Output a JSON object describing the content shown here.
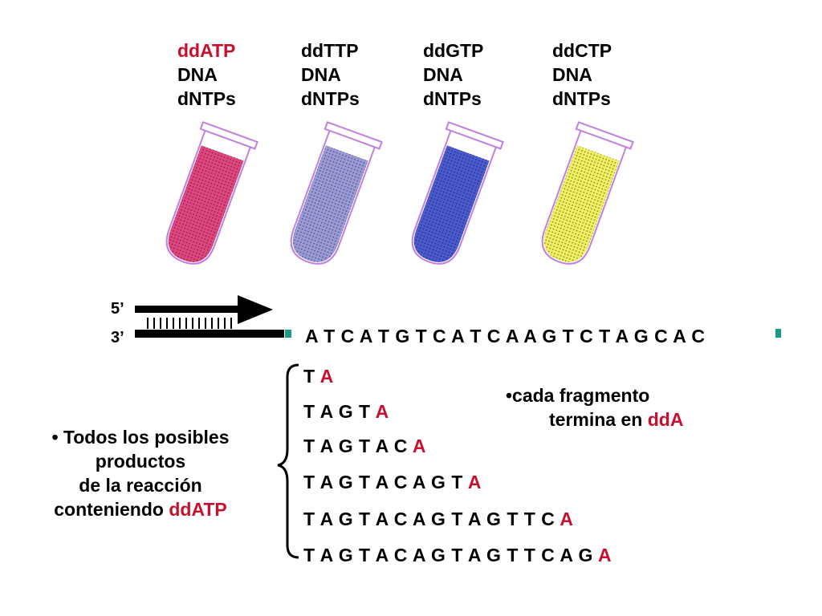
{
  "tubes": [
    {
      "reagent": "ddATP",
      "dna": "DNA",
      "dntps": "dNTPs",
      "fill": "#e0457f",
      "reagent_color": "#c8102e"
    },
    {
      "reagent": "ddTTP",
      "dna": "DNA",
      "dntps": "dNTPs",
      "fill": "#9a9ad8",
      "reagent_color": "#000000"
    },
    {
      "reagent": "ddGTP",
      "dna": "DNA",
      "dntps": "dNTPs",
      "fill": "#4a5ad0",
      "reagent_color": "#000000"
    },
    {
      "reagent": "ddCTP",
      "dna": "DNA",
      "dntps": "dNTPs",
      "fill": "#f0f060",
      "reagent_color": "#000000"
    }
  ],
  "strand": {
    "label_5": "5’",
    "label_3": "3’"
  },
  "template_sequence": "A T C A T G T C A T C A A G T C T A G C A C",
  "products": [
    {
      "prefix": "T ",
      "terminal": "A"
    },
    {
      "prefix": "T A G T ",
      "terminal": "A"
    },
    {
      "prefix": "T A G T A C ",
      "terminal": "A"
    },
    {
      "prefix": "T A G T A C A G T ",
      "terminal": "A"
    },
    {
      "prefix": "T A G T A C A G T A G T T C ",
      "terminal": "A"
    },
    {
      "prefix": "T A G T A C A G T A G T T C A G ",
      "terminal": "A"
    }
  ],
  "note_right": {
    "line1": "•cada fragmento",
    "line2_prefix": "termina en ",
    "line2_highlight": "ddA"
  },
  "note_left": {
    "line1": "•  Todos  los posibles",
    "line2": "productos",
    "line3": "de la reacción",
    "line4_prefix": "conteniendo ",
    "line4_highlight": "ddATP"
  },
  "colors": {
    "highlight": "#c8102e",
    "end_marker": "#1a9a8a"
  }
}
